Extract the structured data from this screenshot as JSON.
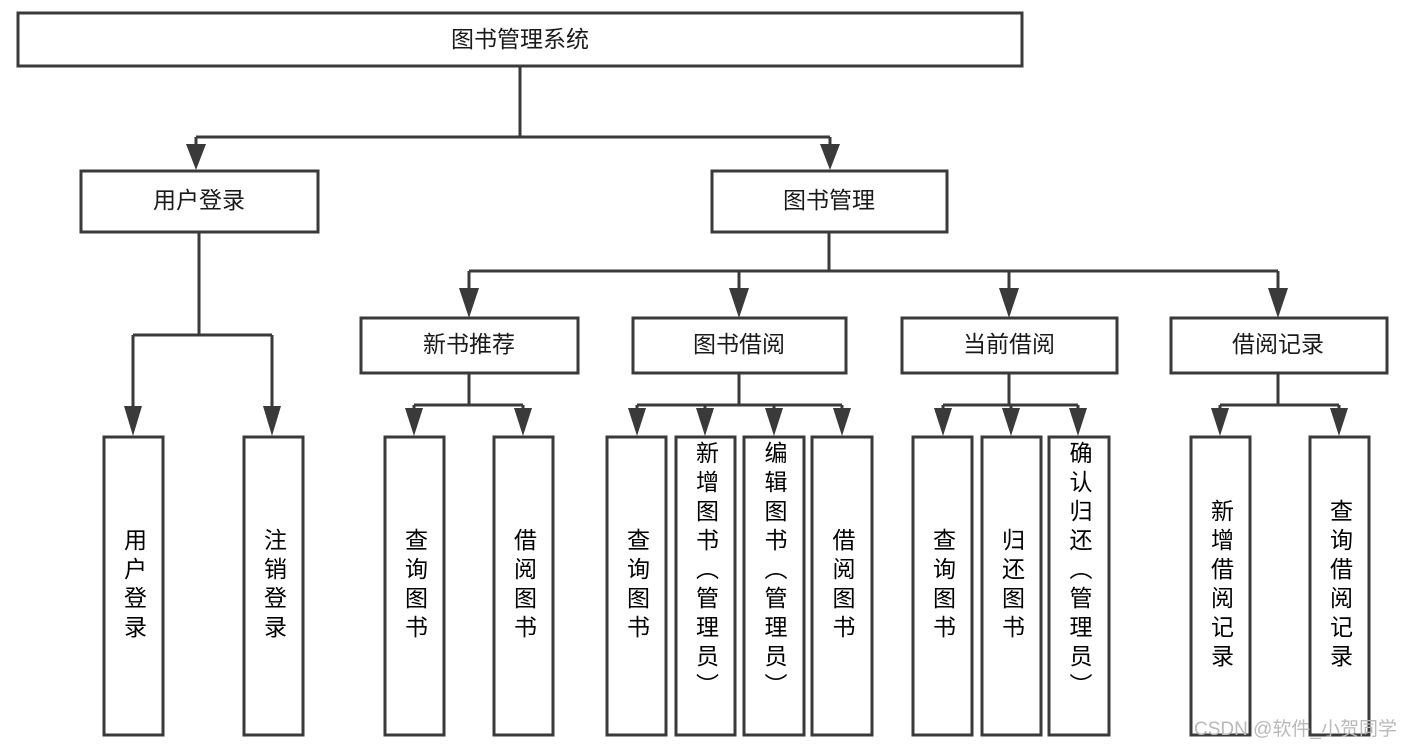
{
  "diagram": {
    "type": "tree-hierarchy-chart",
    "title_text": "图书管理系统",
    "background_color": "#ffffff",
    "line_color": "#3a3a3a",
    "text_color": "#1a1a1a",
    "root": {
      "label": "图书管理系统"
    },
    "level2": [
      {
        "label": "用户登录"
      },
      {
        "label": "图书管理"
      }
    ],
    "level3": [
      {
        "label": "新书推荐"
      },
      {
        "label": "图书借阅"
      },
      {
        "label": "当前借阅"
      },
      {
        "label": "借阅记录"
      }
    ],
    "leaves": {
      "user_login": [
        {
          "label": "用户登录"
        },
        {
          "label": "注销登录"
        }
      ],
      "new_book_recommend": [
        {
          "label": "查询图书"
        },
        {
          "label": "借阅图书"
        }
      ],
      "book_borrow": [
        {
          "label": "查询图书"
        },
        {
          "label": "新增图书（管理员）"
        },
        {
          "label": "编辑图书（管理员）"
        },
        {
          "label": "借阅图书"
        }
      ],
      "current_borrow": [
        {
          "label": "查询图书"
        },
        {
          "label": "归还图书"
        },
        {
          "label": "确认归还（管理员）"
        }
      ],
      "borrow_record": [
        {
          "label": "新增借阅记录"
        },
        {
          "label": "查询借阅记录"
        }
      ]
    }
  },
  "watermark": {
    "text": "CSDN @软件_小贺同学"
  }
}
